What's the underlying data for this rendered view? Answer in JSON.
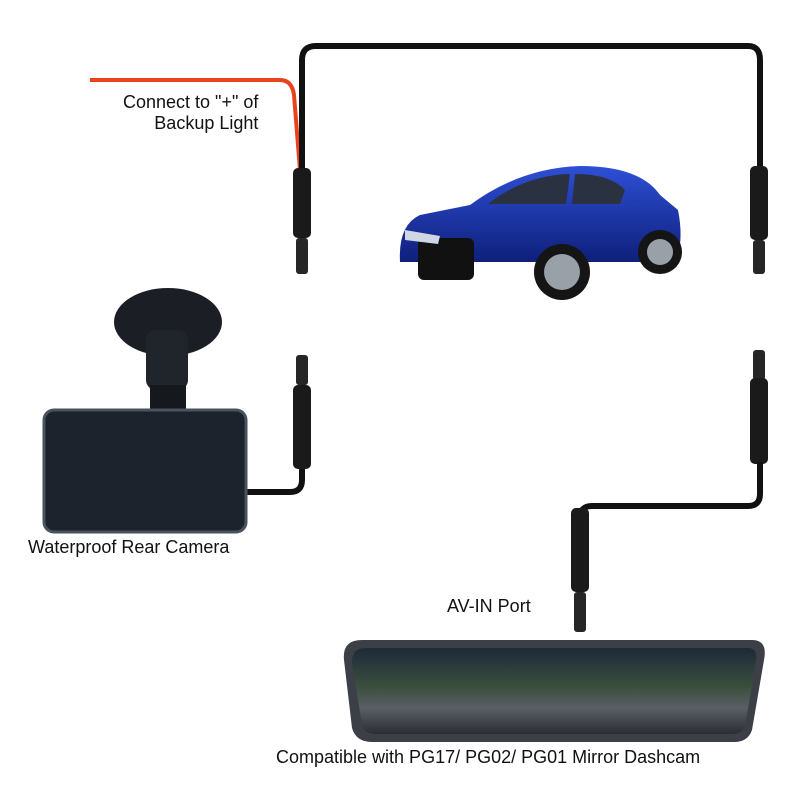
{
  "labels": {
    "backup_light": "Connect to \"+\" of\nBackup Light",
    "backup_light_line1": "Connect to \"+\" of",
    "backup_light_line2": "Backup Light",
    "rear_camera": "Waterproof Rear Camera",
    "av_in": "AV-IN Port",
    "compatible": "Compatible with PG17/ PG02/ PG01 Mirror Dashcam"
  },
  "colors": {
    "wire": "#111111",
    "power_wire": "#e8431c",
    "car_body": "#1a2fa0"
  }
}
